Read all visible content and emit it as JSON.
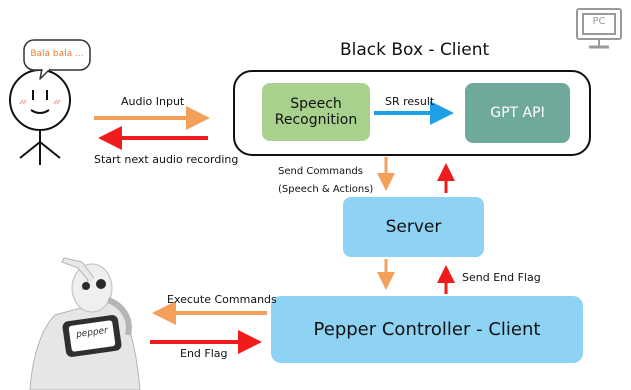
{
  "speech_bubble": {
    "text": "Bala bala ..."
  },
  "pc_icon": {
    "label": "PC"
  },
  "client_group": {
    "title": "Black Box - Client"
  },
  "nodes": {
    "speech_recognition": {
      "line1": "Speech",
      "line2": "Recognition"
    },
    "gpt_api": {
      "label": "GPT API"
    },
    "server": {
      "label": "Server"
    },
    "pepper_controller": {
      "label": "Pepper Controller - Client"
    },
    "robot_tablet": {
      "label": "pepper"
    }
  },
  "edges": {
    "audio_input": "Audio Input",
    "start_next_recording": "Start next audio recording",
    "sr_result": "SR result",
    "send_commands_line1": "Send Commands",
    "send_commands_line2": "(Speech & Actions)",
    "send_end_flag": "Send End Flag",
    "execute_commands": "Execute Commands",
    "end_flag": "End Flag"
  },
  "colors": {
    "green_box": "#a9d18e",
    "teal_box": "#6fa99b",
    "blue_box": "#8fd3f4",
    "orange_arrow": "#f4a05a",
    "red_arrow": "#ee1c1c",
    "blue_arrow": "#1ea0e8",
    "bubble_text": "#f07c28",
    "pc_icon": "#9a9a9a"
  }
}
